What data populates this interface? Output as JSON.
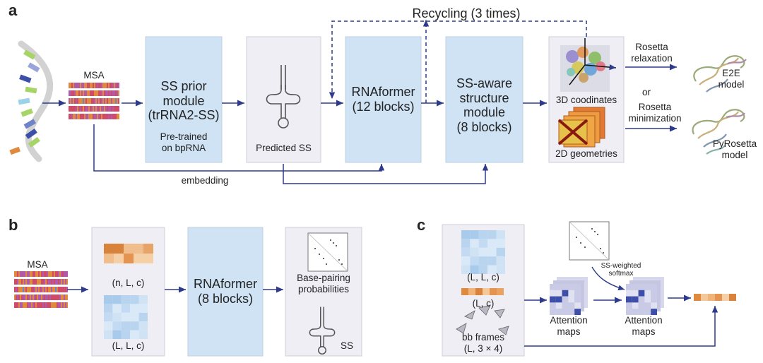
{
  "panels": {
    "a": {
      "letter": "a",
      "recycling_label": "Recycling (3 times)",
      "msa_label": "MSA",
      "ss_prior": {
        "line1": "SS prior",
        "line2": "module",
        "line3": "(trRNA2-SS)",
        "sub1": "Pre-trained",
        "sub2": "on bpRNA"
      },
      "predicted_ss_label": "Predicted SS",
      "rnaformer": {
        "line1": "RNAformer",
        "line2": "(12 blocks)"
      },
      "structure_module": {
        "line1": "SS-aware",
        "line2": "structure",
        "line3": "module",
        "line4": "(8 blocks)"
      },
      "coords_label": "3D coodinates",
      "geom_label": "2D geometries",
      "embedding_label": "embedding",
      "rosetta_relax": {
        "line1": "Rosetta",
        "line2": "relaxation"
      },
      "or_label": "or",
      "rosetta_min": {
        "line1": "Rosetta",
        "line2": "minimization"
      },
      "e2e_model": {
        "line1": "E2E",
        "line2": "model"
      },
      "pyrosetta_model": {
        "line1": "PyRosetta",
        "line2": "model"
      }
    },
    "b": {
      "letter": "b",
      "msa_label": "MSA",
      "nlc_label": "(n, L, c)",
      "llc_label": "(L, L, c)",
      "rnaformer": {
        "line1": "RNAformer",
        "line2": "(8 blocks)"
      },
      "bp_label": {
        "line1": "Base-pairing",
        "line2": "probabilities"
      },
      "ss_label": "SS"
    },
    "c": {
      "letter": "c",
      "llc_label": "(L, L, c)",
      "lc_label": "(L, c)",
      "bb_label": {
        "line1": "bb frames",
        "line2": "(L, 3 × 4)"
      },
      "softmax_label": {
        "line1": "SS-weighted",
        "line2": "softmax"
      },
      "attn1": {
        "line1": "Attention",
        "line2": "maps"
      },
      "attn2": {
        "line1": "Attention",
        "line2": "maps"
      }
    }
  },
  "colors": {
    "arrow": "#2e3a8c",
    "blue_box": "#cfe3f5",
    "grey_box": "#eeeef4",
    "orange": "#e08a3e",
    "attention_blue": "#4b55a6"
  }
}
